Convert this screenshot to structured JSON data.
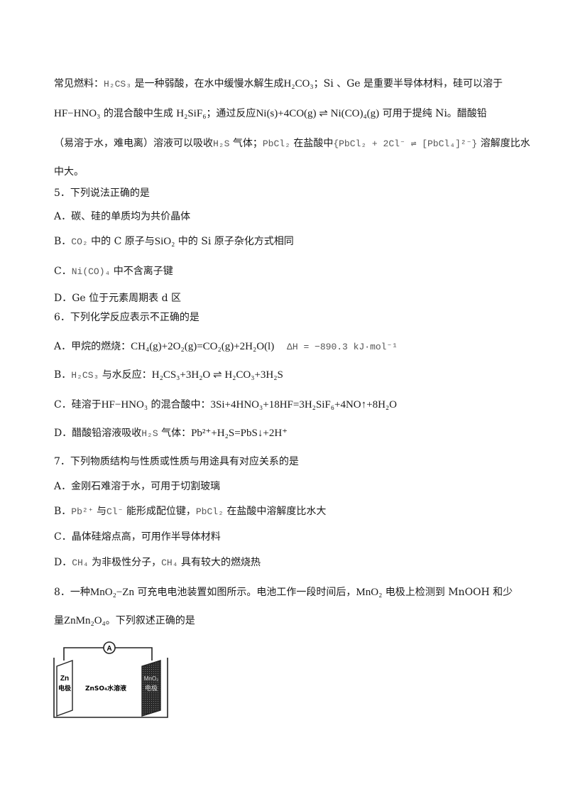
{
  "intro": {
    "l1": [
      "常见燃料：",
      "H₂CS₃",
      " 是一种弱酸，在水中缓慢水解生成",
      "H₂CO₃",
      "；Si 、Ge  是重要半导体材料，硅可以溶于"
    ],
    "l2": [
      "HF−HNO₃",
      " 的混合酸中生成 ",
      "H₂SiF₆",
      "；通过反应",
      "Ni(s)+4CO(g) ⇌ Ni(CO)₄(g)",
      "  可用于提纯 Ni。醋酸铅"
    ],
    "l3": [
      "（易溶于水，难电离）溶液可以吸收",
      "H₂S",
      " 气体；",
      "PbCl₂",
      "  在盐酸中",
      "{PbCl₂ + 2Cl⁻ ⇌ [PbCl₄]²⁻}",
      " 溶解度比水"
    ],
    "l4": "中大。"
  },
  "q5": {
    "stem": "5．下列说法正确的是",
    "A": "A．碳、硅的单质均为共价晶体",
    "B": [
      "B．",
      "CO₂",
      " 中的 C 原子与",
      "SiO₂",
      " 中的 Si 原子杂化方式相同"
    ],
    "C": [
      "C．",
      "Ni(CO)₄",
      " 中不含离子键"
    ],
    "D": "D．Ge 位于元素周期表 d 区"
  },
  "q6": {
    "stem": "6．下列化学反应表示不正确的是",
    "A": [
      "A．甲烷的燃烧：",
      "CH₄(g)+2O₂(g)=CO₂(g)+2H₂O(l)",
      "ΔH = −890.3 kJ·mol⁻¹"
    ],
    "B": [
      "B．",
      "H₂CS₃",
      " 与水反应：",
      "H₂CS₃+3H₂O ⇌ H₂CO₃+3H₂S"
    ],
    "C": [
      "C．硅溶于",
      "HF−HNO₃",
      " 的混合酸中：",
      "3Si+4HNO₃+18HF=3H₂SiF₆+4NO↑+8H₂O"
    ],
    "D": [
      "D．醋酸铅溶液吸收",
      "H₂S",
      " 气体：",
      "Pb²⁺+H₂S=PbS↓+2H⁺"
    ]
  },
  "q7": {
    "stem": "7．下列物质结构与性质或性质与用途具有对应关系的是",
    "A": "A．金刚石难溶于水，可用于切割玻璃",
    "B": [
      "B．",
      "Pb²⁺",
      " 与",
      "Cl⁻",
      " 能形成配位键，",
      "PbCl₂",
      " 在盐酸中溶解度比水大"
    ],
    "C": "C．晶体硅熔点高，可用作半导体材料",
    "D": [
      "D．",
      "CH₄",
      " 为非极性分子，",
      "CH₄",
      " 具有较大的燃烧热"
    ]
  },
  "q8": {
    "l1": [
      "8．一种",
      "MnO₂−Zn",
      " 可充电电池装置如图所示。电池工作一段时间后，",
      "MnO₂",
      " 电极上检测到 MnOOH 和少"
    ],
    "l2": [
      "量",
      "ZnMn₂O₄",
      "。下列叙述正确的是"
    ]
  },
  "figure": {
    "ammeter": "A",
    "zn_label": "Zn",
    "zn_sub": "电极",
    "electrolyte": "ZnSO₄水溶液",
    "mno2_label": "MnO₂",
    "mno2_sub": "电极"
  }
}
